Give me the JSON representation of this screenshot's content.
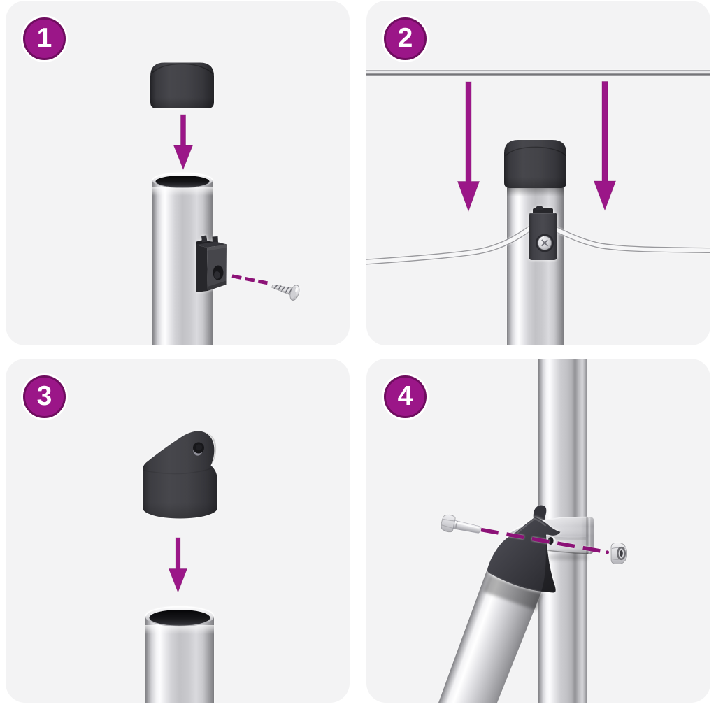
{
  "title": "Assembly instructions",
  "colors": {
    "background": "#ffffff",
    "panel": "#f3f3f4",
    "accent": "#9b1688",
    "accent_dark": "#6f0d5f",
    "dash": "#8c1277",
    "part_dark": "#3e3e43",
    "metal_light": "#f5f5f7",
    "metal_dark": "#77777b",
    "wire": "#f8f8f9"
  },
  "steps": [
    {
      "number": "1",
      "depicts": [
        "post-cap",
        "down-arrow",
        "metal-post",
        "wire-holder-clip",
        "dashed-guide-line",
        "screw"
      ]
    },
    {
      "number": "2",
      "depicts": [
        "tension-wire",
        "down-arrow",
        "down-arrow",
        "capped-post",
        "wire-holder-clip",
        "bent-wire"
      ]
    },
    {
      "number": "3",
      "depicts": [
        "eyelet-cap",
        "down-arrow",
        "metal-post"
      ]
    },
    {
      "number": "4",
      "depicts": [
        "metal-post",
        "brace-clamp",
        "bolt",
        "dashed-guide-line",
        "nut",
        "diagonal-brace"
      ]
    }
  ]
}
